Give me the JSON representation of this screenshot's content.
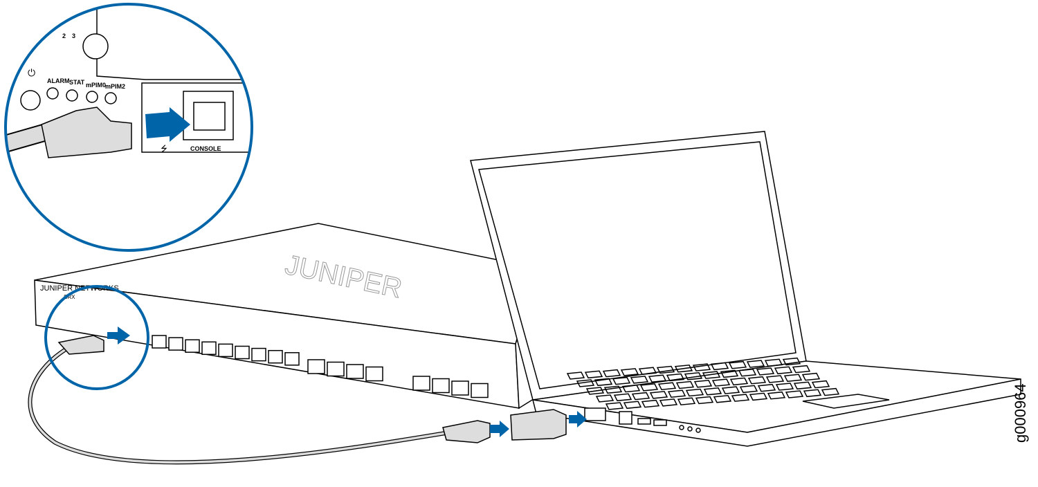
{
  "figure_id": "g000964",
  "colors": {
    "accent": "#0064a8",
    "cable": "#dcdcdc",
    "line": "#000000"
  },
  "inset": {
    "slot_numbers": [
      "2",
      "3"
    ],
    "leds": [
      "ALARM",
      "STAT",
      "mPIM0",
      "mPIM2"
    ],
    "port_label": "CONSOLE",
    "icons": [
      "power-icon",
      "usb-icon",
      "arrow-right-icon"
    ]
  },
  "device": {
    "logo": "JUNIPER NETWORKS",
    "model": "SRX"
  }
}
